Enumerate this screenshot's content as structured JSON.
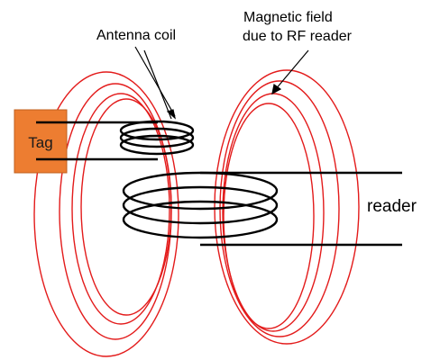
{
  "labels": {
    "antenna_coil": "Antenna coil",
    "magnetic_field_line1": "Magnetic field",
    "magnetic_field_line2": "due to RF reader",
    "reader": "reader",
    "tag": "Tag"
  },
  "colors": {
    "field_lines": "#e31b1b",
    "coils": "#000000",
    "tag_fill": "#ed7d31",
    "tag_border": "#c0601f",
    "background": "#ffffff"
  }
}
